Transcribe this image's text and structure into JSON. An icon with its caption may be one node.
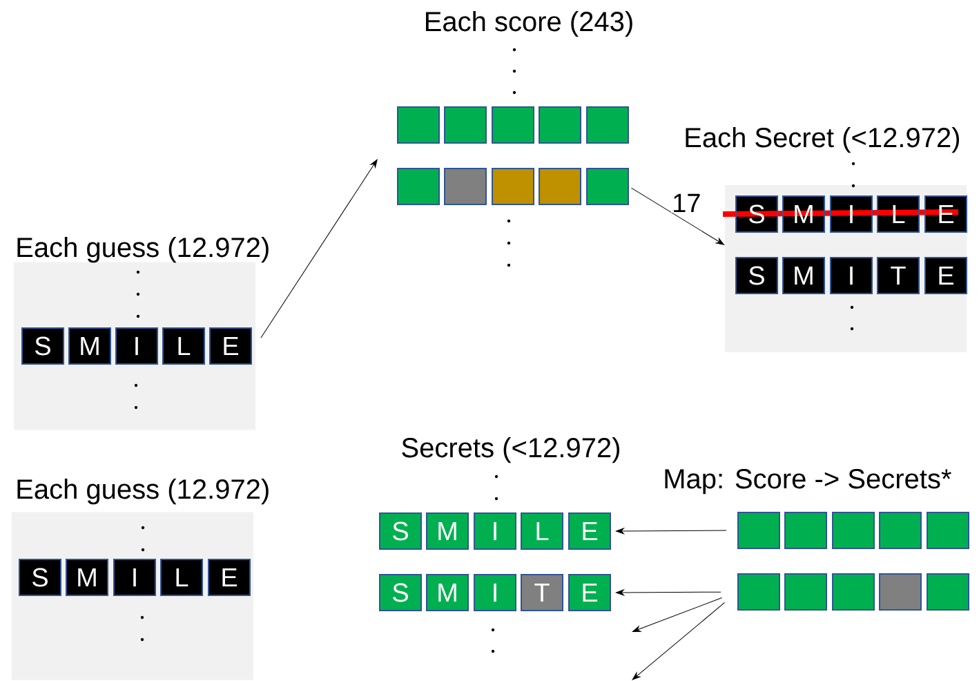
{
  "diagram": {
    "nodes": [
      {
        "text": [
          "Each guess (12.972)"
        ]
      },
      {
        "text": [
          "S"
        ],
        "in": 0
      },
      {
        "text": [
          "M"
        ],
        "in": 0
      },
      {
        "text": [
          "I"
        ],
        "in": 0
      },
      {
        "text": [
          "L"
        ],
        "in": 0
      },
      {
        "text": [
          "E"
        ],
        "in": 0
      },
      {
        "text": [],
        "shape": "box"
      },
      {
        "text": [],
        "shape": "box"
      },
      {
        "text": [],
        "shape": "box"
      },
      {
        "text": [],
        "shape": "box"
      },
      {
        "text": [],
        "shape": "box"
      },
      {
        "text": [],
        "shape": "box"
      },
      {
        "text": [],
        "shape": "box"
      },
      {
        "text": [],
        "shape": "box"
      },
      {
        "text": [],
        "shape": "box"
      },
      {
        "text": [],
        "shape": "box"
      },
      {
        "text": [
          "Each Secret (<12.972)"
        ]
      },
      {
        "text": [
          "S"
        ],
        "in": 16
      },
      {
        "text": [
          "M"
        ],
        "in": 16
      },
      {
        "text": [
          "I"
        ],
        "in": 16
      },
      {
        "text": [
          "L"
        ],
        "in": 16
      },
      {
        "text": [
          "E"
        ],
        "in": 16
      },
      {
        "text": [
          "S"
        ],
        "in": 16
      },
      {
        "text": [
          "M"
        ],
        "in": 16
      },
      {
        "text": [
          "I"
        ],
        "in": 16
      },
      {
        "text": [
          "T"
        ],
        "in": 16
      },
      {
        "text": [
          "E"
        ],
        "in": 16
      },
      {
        "text": [
          "Each guess (12.972)"
        ]
      },
      {
        "text": [
          "S"
        ],
        "in": 27
      },
      {
        "text": [
          "M"
        ],
        "in": 27
      },
      {
        "text": [
          "I"
        ],
        "in": 27
      },
      {
        "text": [
          "L"
        ],
        "in": 27
      },
      {
        "text": [
          "E"
        ],
        "in": 27
      },
      {
        "text": [
          "S"
        ]
      },
      {
        "text": [
          "M"
        ]
      },
      {
        "text": [
          "I"
        ]
      },
      {
        "text": [
          "L"
        ]
      },
      {
        "text": [
          "E"
        ]
      },
      {
        "text": [
          "S"
        ]
      },
      {
        "text": [
          "M"
        ]
      },
      {
        "text": [
          "I"
        ]
      },
      {
        "text": [
          "T"
        ]
      },
      {
        "text": [
          "E"
        ]
      },
      {
        "text": [],
        "shape": "box"
      },
      {
        "text": [],
        "shape": "box"
      },
      {
        "text": [],
        "shape": "box"
      },
      {
        "text": [],
        "shape": "box"
      },
      {
        "text": [],
        "shape": "box"
      },
      {
        "text": [],
        "shape": "box"
      },
      {
        "text": [],
        "shape": "box"
      },
      {
        "text": [],
        "shape": "box"
      },
      {
        "text": [],
        "shape": "box"
      },
      {
        "text": [],
        "shape": "box"
      }
    ],
    "edges": [
      {
        "from": 0,
        "to": null,
        "arrow": "to"
      },
      {
        "from": 15,
        "to": 16,
        "arrow": "to",
        "label": "17"
      },
      {
        "from": 43,
        "to": 37,
        "arrow": "to"
      },
      {
        "from": 48,
        "to": 42,
        "arrow": "to"
      },
      {
        "from": 48,
        "to": null,
        "arrow": "to"
      },
      {
        "from": 48,
        "to": null,
        "arrow": "to"
      }
    ],
    "labels": [
      "Each score (243)",
      "Secrets (<12.972)",
      "Map: Score -> Secrets*"
    ]
  }
}
